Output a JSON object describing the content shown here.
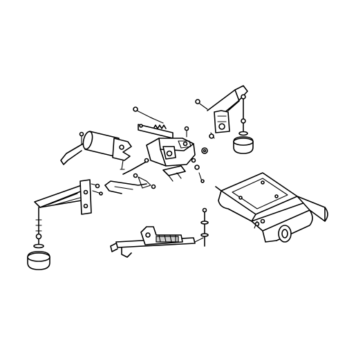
{
  "diagram": {
    "style": "exploded-view line drawing",
    "colors": {
      "background": "#ffffff",
      "ink": "#000000",
      "shade": "#cfcfcf"
    },
    "parts": [
      {
        "id": "right-stabilizer-arm"
      },
      {
        "id": "drawbar-tube"
      },
      {
        "id": "hitch-body-assembly"
      },
      {
        "id": "left-stabilizer-arm"
      },
      {
        "id": "tow-hook-bracket"
      },
      {
        "id": "carriage-base"
      }
    ]
  }
}
